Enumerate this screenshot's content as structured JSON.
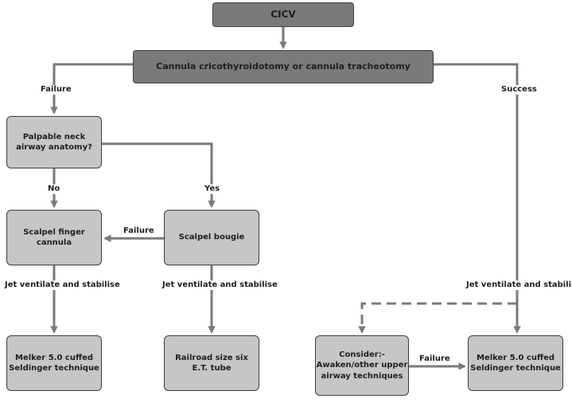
{
  "nodes": {
    "cicv": "CICV",
    "cannula": "Cannula cricothyroidotomy or cannula tracheotomy",
    "palpable": "Palpable neck\nairway anatomy?",
    "scalpel_finger": "Scalpel finger\ncannula",
    "scalpel_bougie": "Scalpel bougie",
    "melker_left": "Melker 5.0 cuffed\nSeldinger technique",
    "railroad": "Railroad size six\nE.T. tube",
    "consider": "Consider:-\nAwaken/other upper\nairway techniques",
    "melker_right": "Melker 5.0 cuffed\nSeldinger technique"
  },
  "labels": {
    "failure_left": "Failure",
    "success": "Success",
    "no": "No",
    "yes": "Yes",
    "failure_mid": "Failure",
    "jet_left": "Jet ventilate and stabilise",
    "jet_mid": "Jet ventilate and stabilise",
    "jet_right": "Jet ventilate and stabilise",
    "failure_bottom": "Failure"
  },
  "colors": {
    "dark_box": "#7a7a7a",
    "light_box": "#c6c6c6",
    "line": "#7a7a7a"
  }
}
